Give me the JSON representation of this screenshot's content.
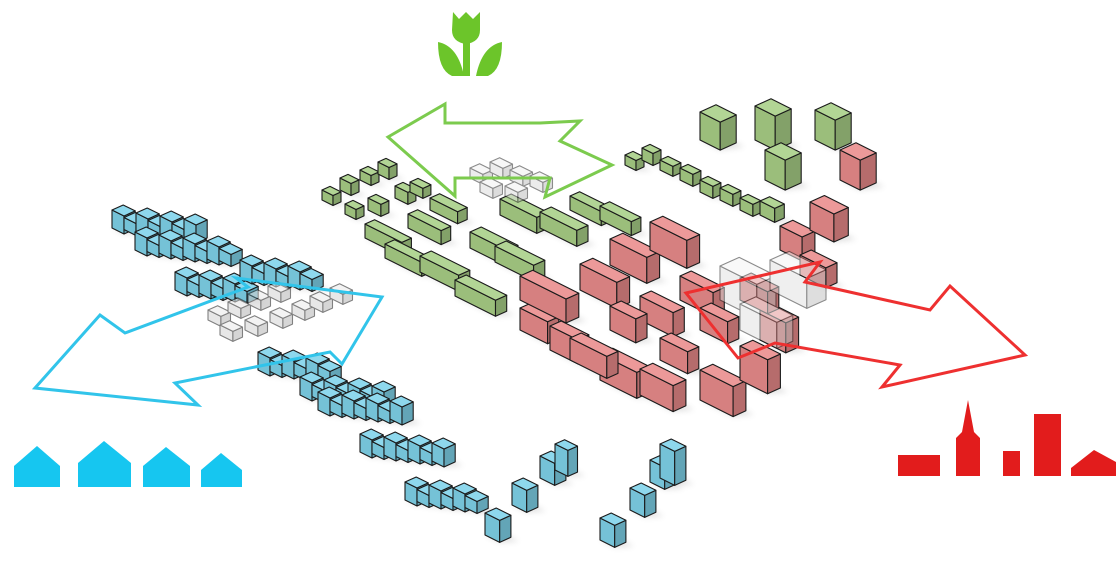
{
  "zones": [
    {
      "id": "residential",
      "color": "#7fd3ea",
      "arrow_color": "#31c4ea",
      "icon": "houses-icon",
      "icon_color": "#16c6f0"
    },
    {
      "id": "green",
      "color": "#a8cf86",
      "arrow_color": "#7ccb4e",
      "icon": "tulip-icon",
      "icon_color": "#6cc52a"
    },
    {
      "id": "urban",
      "color": "#e98b8b",
      "arrow_color": "#ee3030",
      "icon": "city-skyline-icon",
      "icon_color": "#e21c1c"
    }
  ]
}
